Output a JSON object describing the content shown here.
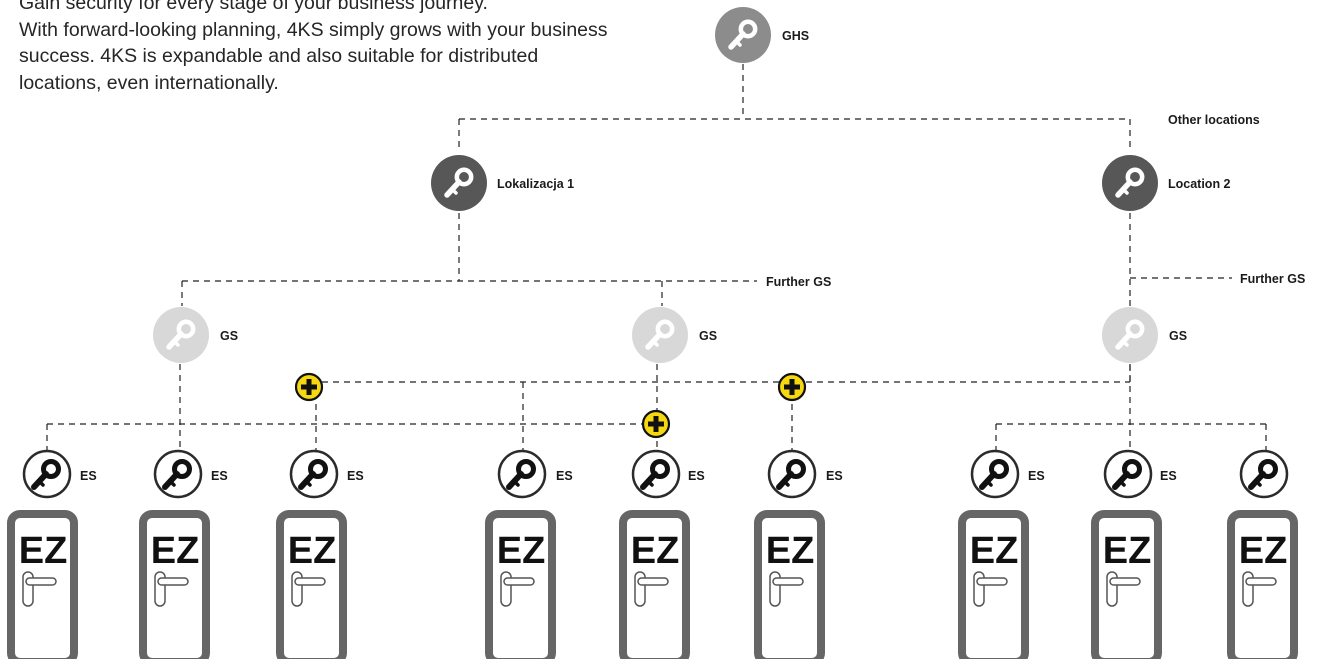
{
  "intro": {
    "cut_line": "Gain security for every stage of your business journey.",
    "paragraph": "With forward-looking planning, 4KS simply grows with your business success. 4KS is expandable and also suitable for distributed locations, even internationally."
  },
  "legend": {
    "top_key": "GHS",
    "other_locations": "Other locations",
    "further_gs": "Further GS"
  },
  "locations": [
    {
      "label": "Lokalizacja 1"
    },
    {
      "label": "Location 2"
    }
  ],
  "group_keys": [
    {
      "label": "GS"
    },
    {
      "label": "GS"
    },
    {
      "label": "GS"
    }
  ],
  "single_keys": [
    {
      "label": "ES"
    },
    {
      "label": "ES"
    },
    {
      "label": "ES"
    },
    {
      "label": "ES"
    },
    {
      "label": "ES"
    },
    {
      "label": "ES"
    },
    {
      "label": "ES"
    },
    {
      "label": "ES"
    },
    {
      "label": ""
    }
  ],
  "doors": [
    {
      "label": "EZ"
    },
    {
      "label": "EZ"
    },
    {
      "label": "EZ"
    },
    {
      "label": "EZ"
    },
    {
      "label": "EZ"
    },
    {
      "label": "EZ"
    },
    {
      "label": "EZ"
    },
    {
      "label": "EZ"
    },
    {
      "label": "EZ"
    }
  ],
  "colors": {
    "ghs_key": "#8c8c8c",
    "location_key": "#575757",
    "gs_key": "#d8d8d8",
    "es_key_ring": "#2b2b2b",
    "door_frame": "#666666",
    "plus_marker": "#f5d80f"
  },
  "icons": {
    "key": "key-icon",
    "plus": "plus-icon",
    "door": "door-icon"
  }
}
